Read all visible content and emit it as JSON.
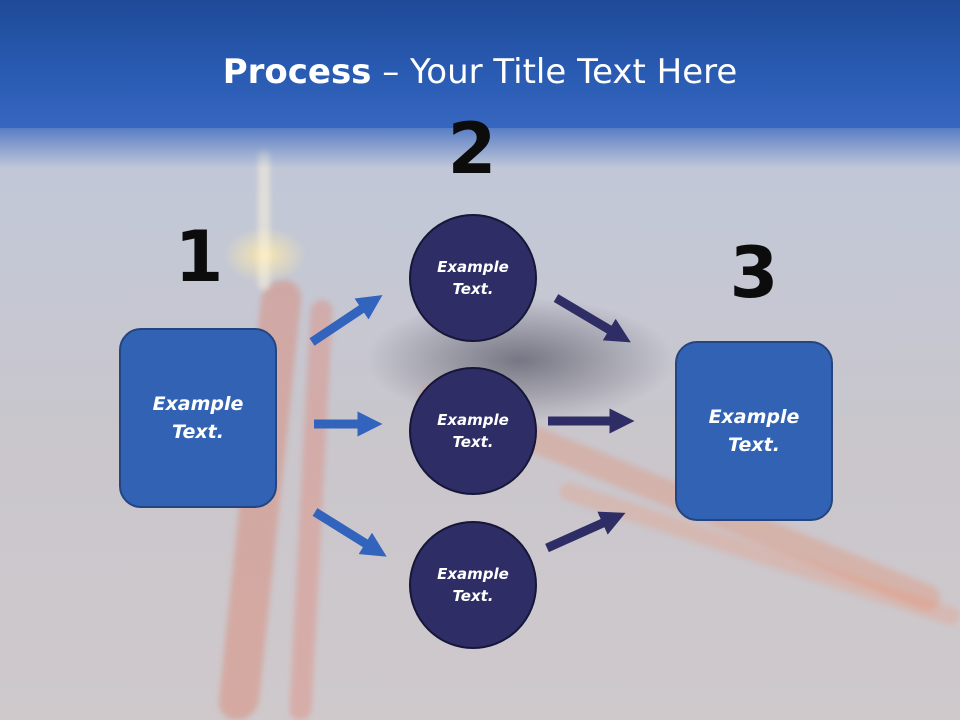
{
  "title": {
    "bold": "Process",
    "rest": " – Your Title Text Here"
  },
  "steps": {
    "one": "1",
    "two": "2",
    "three": "3"
  },
  "box_left": {
    "text": "Example Text."
  },
  "box_right": {
    "text": "Example Text."
  },
  "circles": [
    {
      "text": "Example Text."
    },
    {
      "text": "Example Text."
    },
    {
      "text": "Example Text."
    }
  ],
  "colors": {
    "header": "#2a5cb4",
    "box": "#3262b4",
    "circle": "#2e2d66",
    "arrow_blue": "#3364bd",
    "arrow_navy": "#2e2d66"
  }
}
